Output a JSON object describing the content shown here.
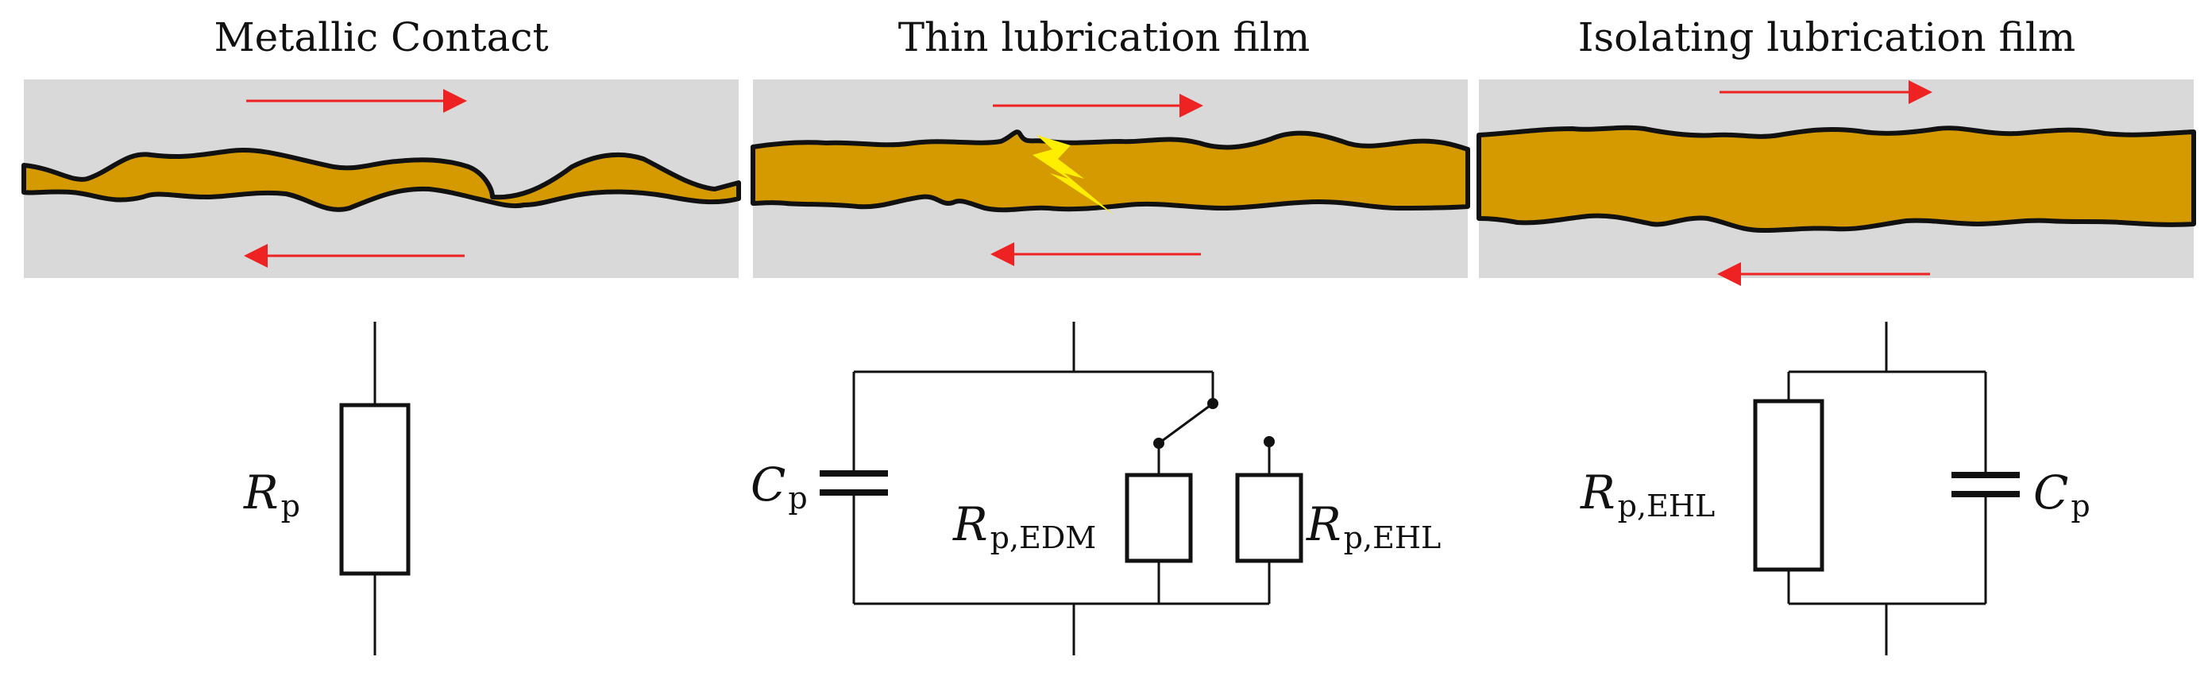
{
  "panels": [
    {
      "title": "Metallic Contact"
    },
    {
      "title": "Thin lubrication film"
    },
    {
      "title": "Isolating lubrication film"
    }
  ],
  "circuits": {
    "metallic": {
      "resistor": {
        "symbol": "R",
        "subscript": "p"
      }
    },
    "thin": {
      "capacitor": {
        "symbol": "C",
        "subscript": "p"
      },
      "resistor_edm": {
        "symbol": "R",
        "subscript": "p,EDM"
      },
      "resistor_ehl": {
        "symbol": "R",
        "subscript": "p,EHL"
      }
    },
    "isolating": {
      "resistor": {
        "symbol": "R",
        "subscript": "p,EHL"
      },
      "capacitor": {
        "symbol": "C",
        "subscript": "p"
      }
    }
  },
  "colors": {
    "surface": "#d9d9d9",
    "lubricant": "#d49a00",
    "arrow": "#ee2222",
    "spark": "#ffee00",
    "line": "#111111"
  }
}
